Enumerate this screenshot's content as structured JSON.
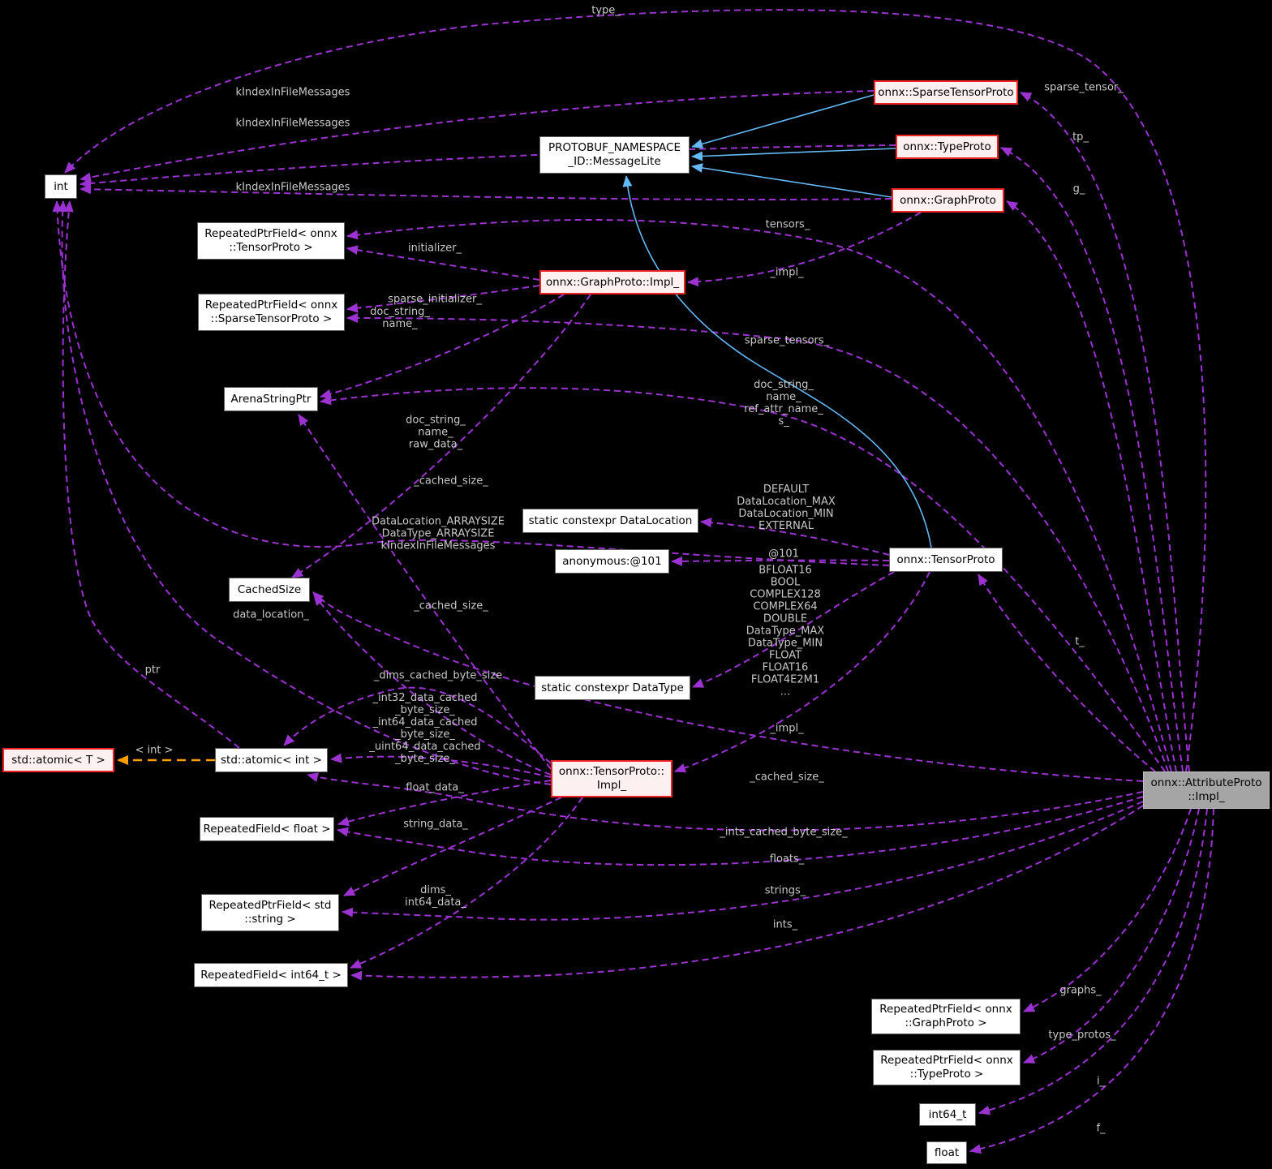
{
  "colors": {
    "background": "#000000",
    "edge_purple": "#9c32d2",
    "edge_blue": "#63b8f6",
    "edge_orange": "#ff9d00",
    "node_fill": "#ffffff",
    "node_red_border": "#ee2222",
    "node_red_fill": "#fdf0f0",
    "current_node_fill": "#a5a5a5",
    "label_gray": "#c8c8c8"
  },
  "nodes": {
    "int": {
      "label": "int"
    },
    "sparseTensorProto": {
      "label": "onnx::SparseTensorProto"
    },
    "messageLite": {
      "label": "PROTOBUF_NAMESPACE\n_ID::MessageLite"
    },
    "typeProto": {
      "label": "onnx::TypeProto"
    },
    "graphProto": {
      "label": "onnx::GraphProto"
    },
    "rpfTensorProto": {
      "label": "RepeatedPtrField< onnx\n::TensorProto >"
    },
    "graphProtoImpl": {
      "label": "onnx::GraphProto::Impl_"
    },
    "rpfSparseTensorProto": {
      "label": "RepeatedPtrField< onnx\n::SparseTensorProto >"
    },
    "arenaStringPtr": {
      "label": "ArenaStringPtr"
    },
    "dataLocation": {
      "label": "static constexpr DataLocation"
    },
    "anon101": {
      "label": "anonymous:@101"
    },
    "tensorProto": {
      "label": "onnx::TensorProto"
    },
    "cachedSize": {
      "label": "CachedSize"
    },
    "dataType": {
      "label": "static constexpr DataType"
    },
    "atomicT": {
      "label": "std::atomic< T >"
    },
    "atomicInt": {
      "label": "std::atomic< int >"
    },
    "tensorProtoImpl": {
      "label": "onnx::TensorProto::\nImpl_"
    },
    "rfFloat": {
      "label": "RepeatedField< float >"
    },
    "attrProtoImpl": {
      "label": "onnx::AttributeProto\n::Impl_"
    },
    "rpfString": {
      "label": "RepeatedPtrField< std\n::string >"
    },
    "rfInt64": {
      "label": "RepeatedField< int64_t >"
    },
    "rpfGraphProto": {
      "label": "RepeatedPtrField< onnx\n::GraphProto >"
    },
    "rpfTypeProto": {
      "label": "RepeatedPtrField< onnx\n::TypeProto >"
    },
    "int64t": {
      "label": "int64_t"
    },
    "float": {
      "label": "float"
    }
  },
  "edgeLabels": {
    "type": {
      "text": "type_"
    },
    "kIndexA": {
      "text": "kIndexInFileMessages"
    },
    "kIndexB": {
      "text": "kIndexInFileMessages"
    },
    "kIndexC": {
      "text": "kIndexInFileMessages"
    },
    "sparseTensor": {
      "text": "sparse_tensor_"
    },
    "tp": {
      "text": "tp_"
    },
    "g": {
      "text": "g_"
    },
    "tensors": {
      "text": "tensors_"
    },
    "implGraph": {
      "text": "_impl_"
    },
    "initializer": {
      "text": "initializer_"
    },
    "sparseInitializer": {
      "text": "sparse_initializer_"
    },
    "docStringNameGraph": {
      "text": "doc_string_\nname_"
    },
    "sparseTensors": {
      "text": "sparse_tensors_"
    },
    "docStringAttr": {
      "text": "doc_string_\nname_\nref_attr_name_\ns_"
    },
    "docStringTensor": {
      "text": "doc_string_\nname_\nraw_data_"
    },
    "cachedSize1": {
      "text": "_cached_size_"
    },
    "defaultBlock": {
      "text": "DEFAULT\nDataLocation_MAX\nDataLocation_MIN\nEXTERNAL"
    },
    "arraysizeBlock": {
      "text": "DataLocation_ARRAYSIZE\nDataType_ARRAYSIZE\nkIndexInFileMessages"
    },
    "at101": {
      "text": "@101"
    },
    "dataTypeBlock": {
      "text": "BFLOAT16\nBOOL\nCOMPLEX128\nCOMPLEX64\nDOUBLE\nDataType_MAX\nDataType_MIN\nFLOAT\nFLOAT16\nFLOAT4E2M1\n..."
    },
    "cachedSize2": {
      "text": "_cached_size_"
    },
    "dataLocationLbl": {
      "text": "data_location_"
    },
    "ptr": {
      "text": "ptr"
    },
    "dimsCachedByteSize": {
      "text": "_dims_cached_byte_size"
    },
    "byteSizeBlock": {
      "text": "_int32_data_cached\n_byte_size_\n_int64_data_cached\n_byte_size_\n_uint64_data_cached\n_byte_size_"
    },
    "ltIntGt": {
      "text": "< int >"
    },
    "implTensor": {
      "text": "_impl_"
    },
    "cachedSize3": {
      "text": "_cached_size_"
    },
    "floatData": {
      "text": "float_data_"
    },
    "intsCachedByteSize": {
      "text": "_ints_cached_byte_size_"
    },
    "stringData": {
      "text": "string_data_"
    },
    "floats": {
      "text": "floats_"
    },
    "dimsInt64Data": {
      "text": "dims_\nint64_data_"
    },
    "strings": {
      "text": "strings_"
    },
    "ints": {
      "text": "ints_"
    },
    "t": {
      "text": "t_"
    },
    "graphs": {
      "text": "graphs_"
    },
    "typeProtos": {
      "text": "type_protos_"
    },
    "i": {
      "text": "i_"
    },
    "f": {
      "text": "f_"
    }
  }
}
